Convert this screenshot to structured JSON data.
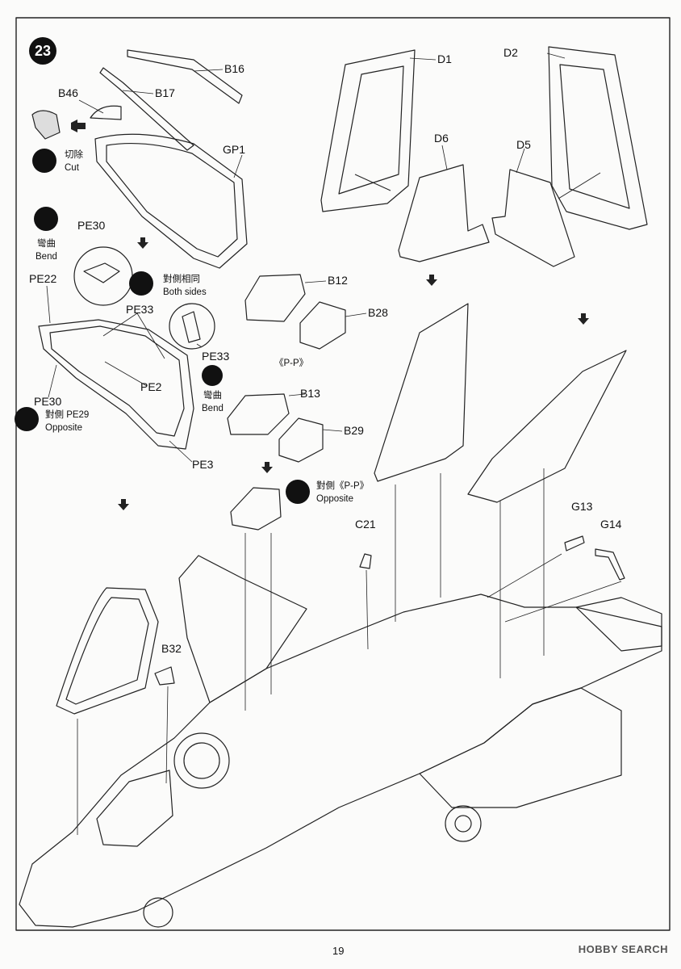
{
  "step": {
    "number": "23"
  },
  "labels": {
    "B16": "B16",
    "B17": "B17",
    "B46": "B46",
    "GP1": "GP1",
    "D1": "D1",
    "D2": "D2",
    "D5": "D5",
    "D6": "D6",
    "PE30a": "PE30",
    "PE22": "PE22",
    "PE33a": "PE33",
    "PE33b": "PE33",
    "PE2": "PE2",
    "PE30b": "PE30",
    "PE3": "PE3",
    "B12": "B12",
    "B28": "B28",
    "B13": "B13",
    "B29": "B29",
    "C21": "C21",
    "G13": "G13",
    "G14": "G14",
    "B32": "B32"
  },
  "notes": {
    "cut_cn": "切除",
    "cut_en": "Cut",
    "bend_cn": "彎曲",
    "bend_en": "Bend",
    "bend2_cn": "彎曲",
    "bend2_en": "Bend",
    "both_cn": "對側相同",
    "both_en": "Both sides",
    "opp_cn": "對側 PE29",
    "opp_en": "Opposite",
    "pp": "《P-P》",
    "opp2_cn": "對側《P-P》",
    "opp2_en": "Opposite"
  },
  "page_number": "19",
  "watermark": "HOBBY SEARCH"
}
